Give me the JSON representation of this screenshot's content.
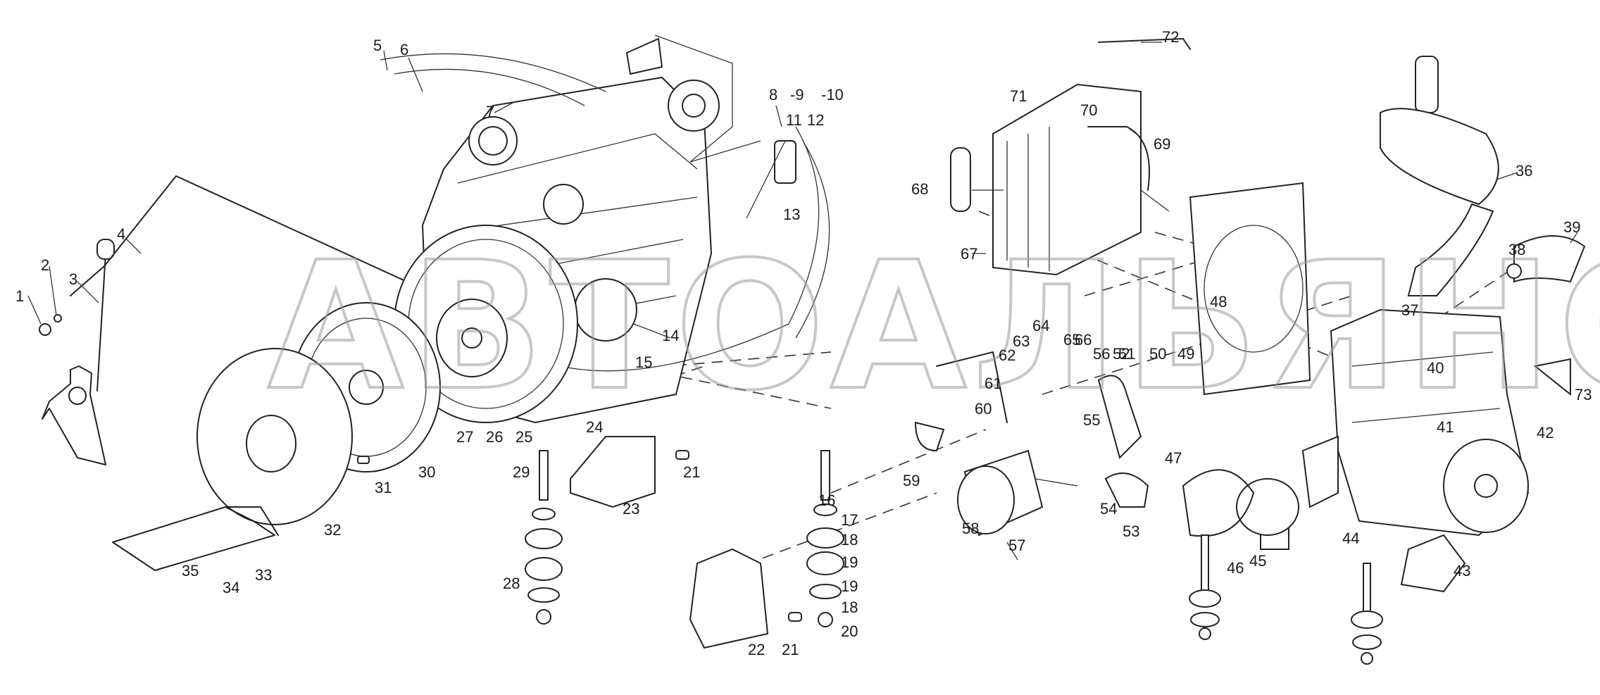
{
  "watermark": "АВТОАЛЬЯНС",
  "colors": {
    "line": "#222222",
    "watermark": "#9a9a9a",
    "background": "#ffffff"
  },
  "callouts": [
    "1",
    "2",
    "3",
    "4",
    "5",
    "6",
    "7",
    "8",
    "-9",
    "-10",
    "11",
    "12",
    "13",
    "14",
    "15",
    "16",
    "17",
    "18",
    "19",
    "19",
    "18",
    "20",
    "21",
    "21",
    "22",
    "23",
    "24",
    "25",
    "26",
    "27",
    "28",
    "29",
    "30",
    "31",
    "32",
    "33",
    "34",
    "35",
    "36",
    "37",
    "38",
    "39",
    "40",
    "41",
    "42",
    "43",
    "44",
    "45",
    "46",
    "47",
    "48",
    "49",
    "50",
    "51",
    "52",
    "53",
    "54",
    "55",
    "56",
    "57",
    "58",
    "59",
    "60",
    "61",
    "62",
    "63",
    "64",
    "65",
    "66",
    "67",
    "68",
    "69",
    "70",
    "71",
    "72",
    "73"
  ]
}
